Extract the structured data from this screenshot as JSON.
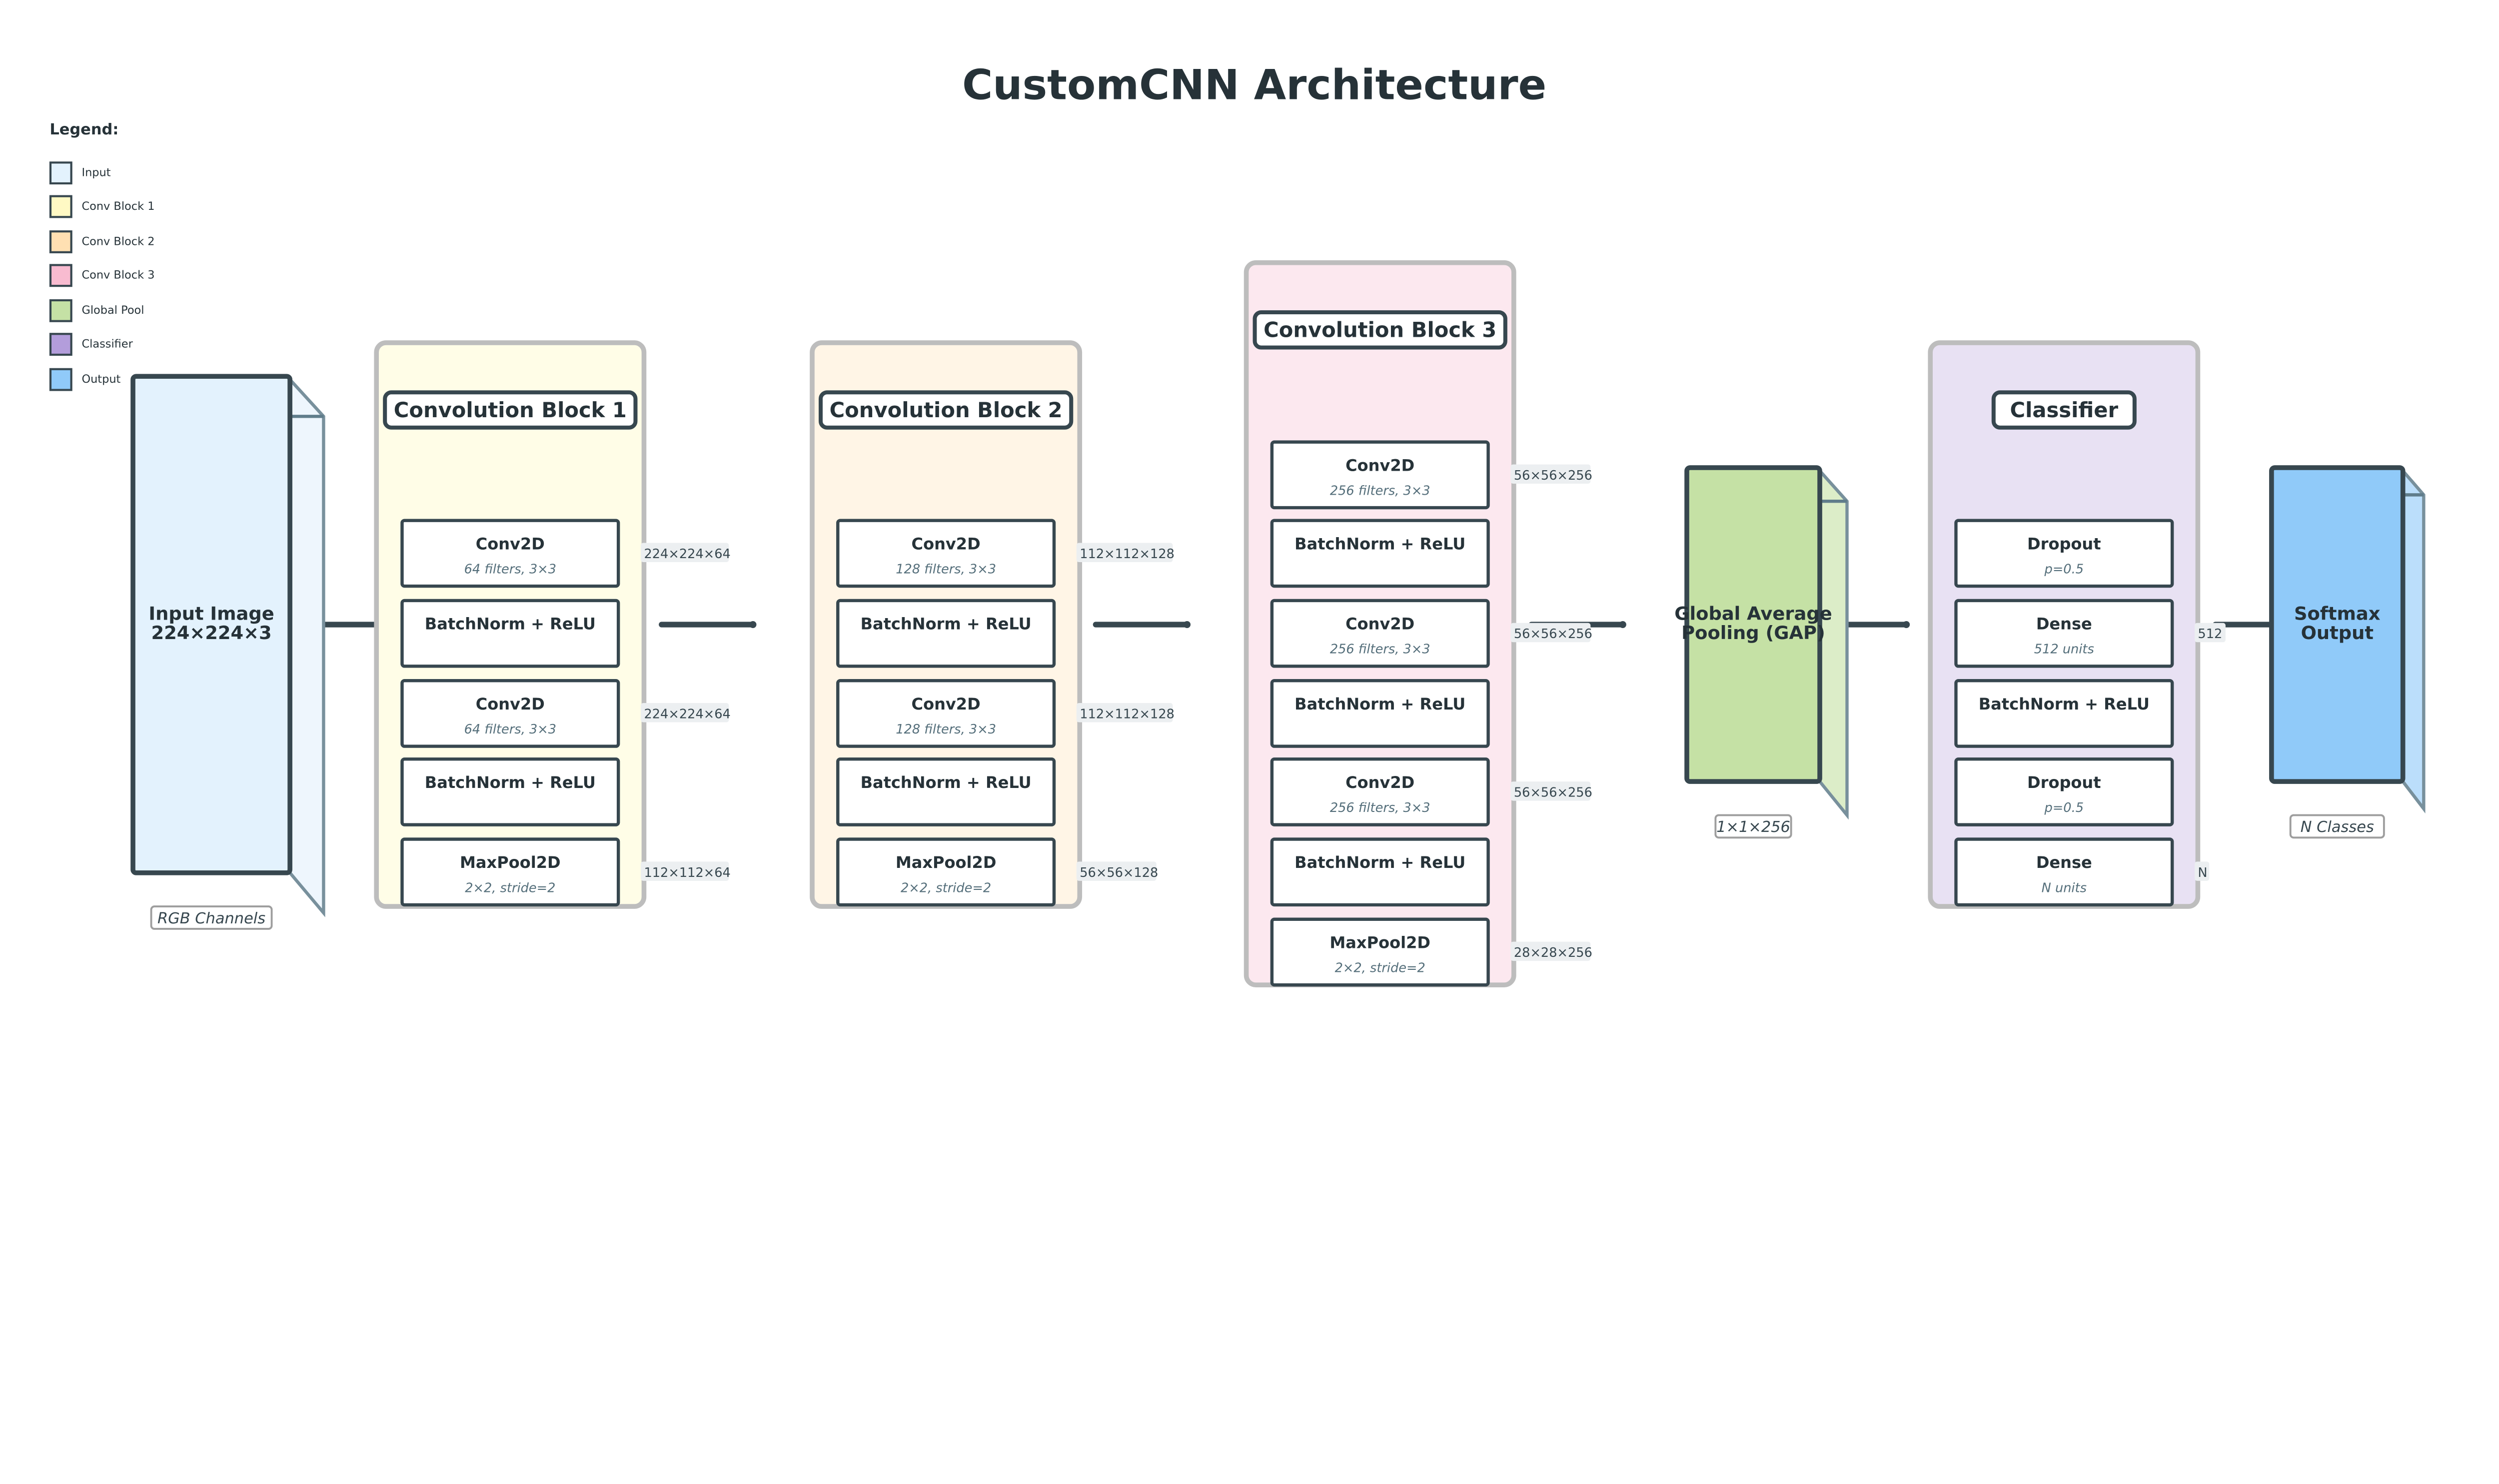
{
  "title": "CustomCNN Architecture",
  "legend": {
    "title": "Legend:",
    "items": [
      {
        "label": "Input",
        "color": "#e3f2fd"
      },
      {
        "label": "Conv Block 1",
        "color": "#fff9c4"
      },
      {
        "label": "Conv Block 2",
        "color": "#ffe0b2"
      },
      {
        "label": "Conv Block 3",
        "color": "#f8bbd0"
      },
      {
        "label": "Global Pool",
        "color": "#c5e1a5"
      },
      {
        "label": "Classifier",
        "color": "#b39ddb"
      },
      {
        "label": "Output",
        "color": "#90caf9"
      }
    ]
  },
  "input": {
    "lines": [
      "Input Image",
      "224×224×3"
    ],
    "caption": "RGB Channels",
    "color": "#e3f2fd"
  },
  "blocks": [
    {
      "title": "Convolution Block 1",
      "color": "#fffde7",
      "layers": [
        {
          "name": "Conv2D",
          "sub": "64 filters, 3×3",
          "shape": "224×224×64"
        },
        {
          "name": "BatchNorm + ReLU",
          "sub": "",
          "shape": ""
        },
        {
          "name": "Conv2D",
          "sub": "64 filters, 3×3",
          "shape": "224×224×64"
        },
        {
          "name": "BatchNorm + ReLU",
          "sub": "",
          "shape": ""
        },
        {
          "name": "MaxPool2D",
          "sub": "2×2, stride=2",
          "shape": "112×112×64"
        }
      ]
    },
    {
      "title": "Convolution Block 2",
      "color": "#fff5e6",
      "layers": [
        {
          "name": "Conv2D",
          "sub": "128 filters, 3×3",
          "shape": "112×112×128"
        },
        {
          "name": "BatchNorm + ReLU",
          "sub": "",
          "shape": ""
        },
        {
          "name": "Conv2D",
          "sub": "128 filters, 3×3",
          "shape": "112×112×128"
        },
        {
          "name": "BatchNorm + ReLU",
          "sub": "",
          "shape": ""
        },
        {
          "name": "MaxPool2D",
          "sub": "2×2, stride=2",
          "shape": "56×56×128"
        }
      ]
    },
    {
      "title": "Convolution Block 3",
      "color": "#fce8ef",
      "layers": [
        {
          "name": "Conv2D",
          "sub": "256 filters, 3×3",
          "shape": "56×56×256"
        },
        {
          "name": "BatchNorm + ReLU",
          "sub": "",
          "shape": ""
        },
        {
          "name": "Conv2D",
          "sub": "256 filters, 3×3",
          "shape": "56×56×256"
        },
        {
          "name": "BatchNorm + ReLU",
          "sub": "",
          "shape": ""
        },
        {
          "name": "Conv2D",
          "sub": "256 filters, 3×3",
          "shape": "56×56×256"
        },
        {
          "name": "BatchNorm + ReLU",
          "sub": "",
          "shape": ""
        },
        {
          "name": "MaxPool2D",
          "sub": "2×2, stride=2",
          "shape": "28×28×256"
        }
      ]
    },
    {
      "title": "Classifier",
      "color": "#e8e1f3",
      "layers": [
        {
          "name": "Dropout",
          "sub": "p=0.5",
          "shape": ""
        },
        {
          "name": "Dense",
          "sub": "512 units",
          "shape": "512"
        },
        {
          "name": "BatchNorm + ReLU",
          "sub": "",
          "shape": ""
        },
        {
          "name": "Dropout",
          "sub": "p=0.5",
          "shape": ""
        },
        {
          "name": "Dense",
          "sub": "N units",
          "shape": "N"
        }
      ]
    }
  ],
  "gap": {
    "lines": [
      "Global Average",
      "Pooling (GAP)"
    ],
    "caption": "1×1×256",
    "color": "#c5e1a5"
  },
  "output": {
    "lines": [
      "Softmax",
      "Output"
    ],
    "caption": "N Classes",
    "color": "#90caf9"
  }
}
